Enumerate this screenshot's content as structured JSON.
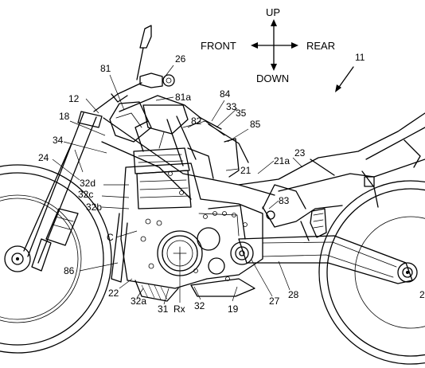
{
  "directions": {
    "up": "UP",
    "down": "DOWN",
    "front": "FRONT",
    "rear": "REAR"
  },
  "labels": {
    "l11": "11",
    "l12": "12",
    "l18": "18",
    "l19": "19",
    "l21": "21",
    "l21a": "21a",
    "l22": "22",
    "l23": "23",
    "l24": "24",
    "l26": "26",
    "l27": "27",
    "l28": "28",
    "l31": "31",
    "l32": "32",
    "l32a": "32a",
    "l32b": "32b",
    "l32c": "32c",
    "l32d": "32d",
    "l33": "33",
    "l34": "34",
    "l35": "35",
    "l81": "81",
    "l81a": "81a",
    "l82": "82",
    "l83": "83",
    "l84": "84",
    "l85": "85",
    "l86": "86",
    "lC": "C",
    "lRx": "Rx",
    "l2edge": "2"
  }
}
